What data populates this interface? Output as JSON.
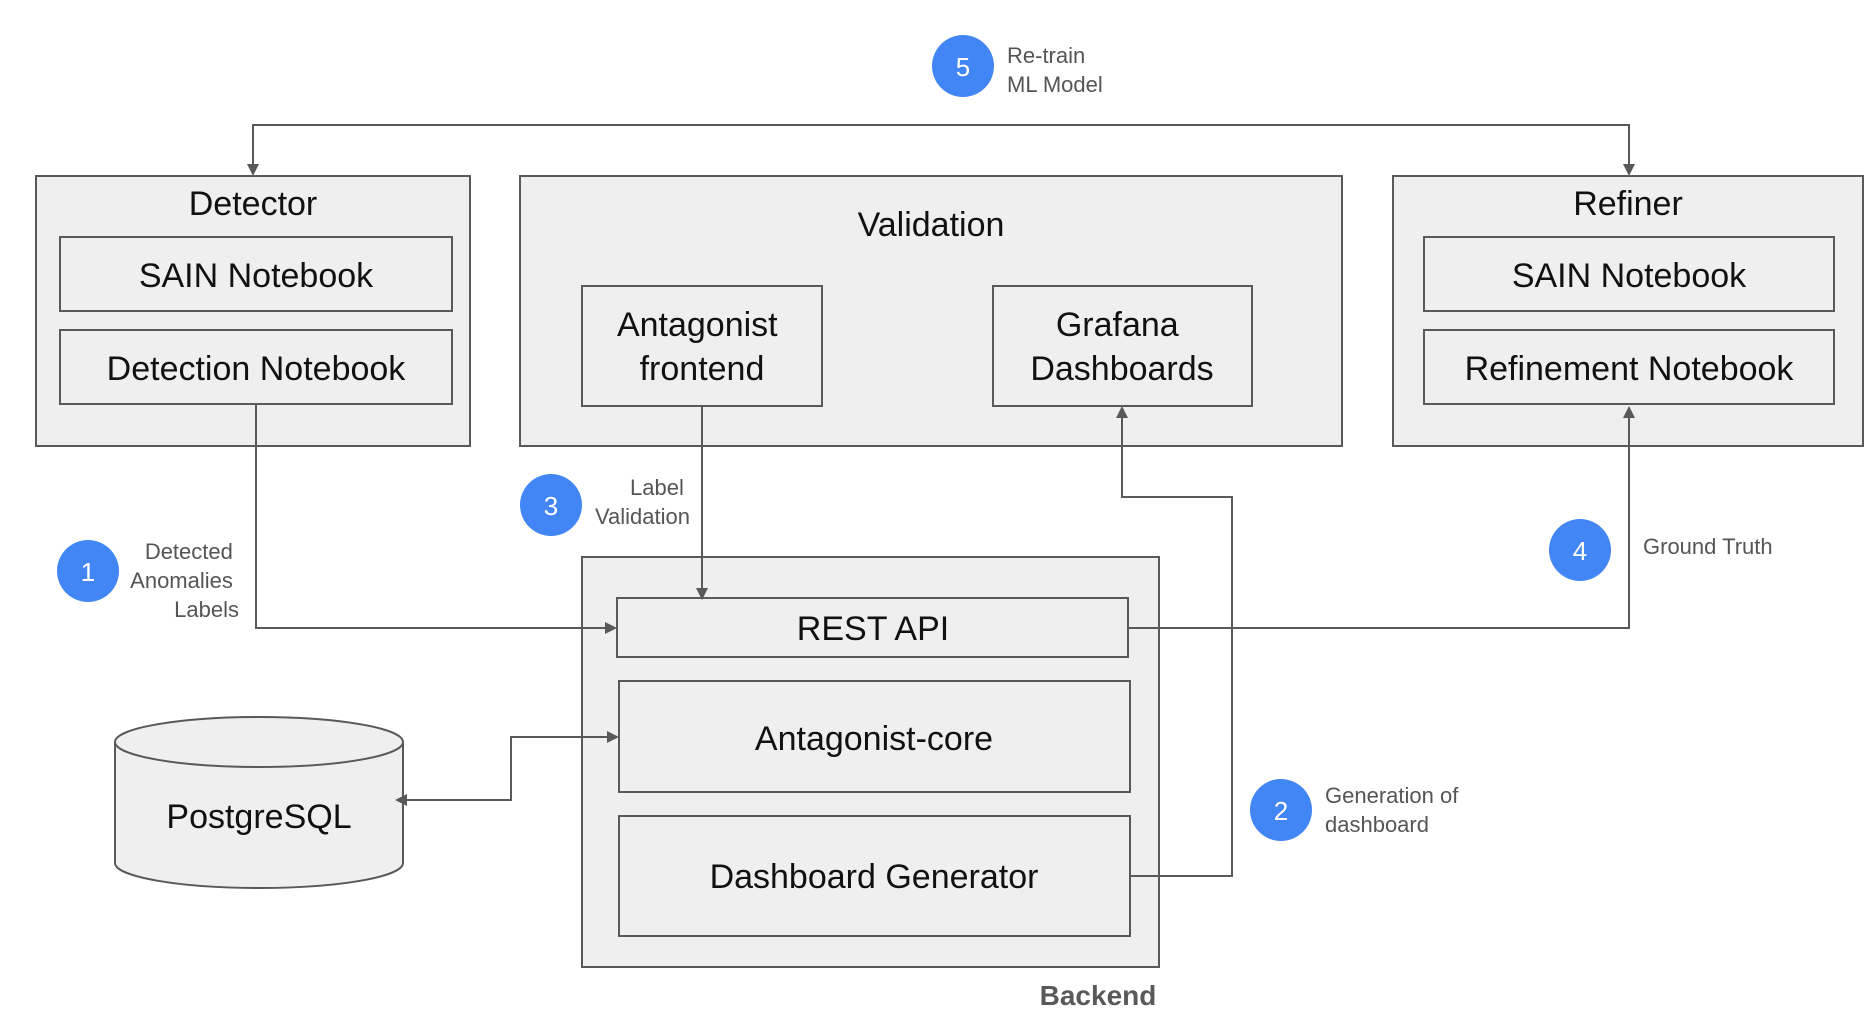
{
  "groups": {
    "detector": "Detector",
    "validation": "Validation",
    "refiner": "Refiner",
    "backend": "Backend"
  },
  "nodes": {
    "detector_sain": "SAIN Notebook",
    "detection_notebook": "Detection Notebook",
    "antagonist_frontend": [
      "Antagonist",
      "frontend"
    ],
    "grafana_dashboards": [
      "Grafana",
      "Dashboards"
    ],
    "refiner_sain": "SAIN Notebook",
    "refinement_notebook": "Refinement Notebook",
    "rest_api": "REST API",
    "antagonist_core": "Antagonist-core",
    "dashboard_generator": "Dashboard Generator",
    "postgresql": "PostgreSQL"
  },
  "steps": [
    {
      "num": "1",
      "label": [
        "Detected",
        "Anomalies",
        "Labels"
      ]
    },
    {
      "num": "2",
      "label": [
        "Generation of",
        "dashboard"
      ]
    },
    {
      "num": "3",
      "label": [
        "Label",
        "Validation"
      ]
    },
    {
      "num": "4",
      "label": [
        "Ground Truth"
      ]
    },
    {
      "num": "5",
      "label": [
        "Re-train",
        "ML Model"
      ]
    }
  ],
  "colors": {
    "box_fill": "#efefef",
    "box_stroke": "#595959",
    "line": "#595959",
    "badge": "#4285f4",
    "text": "#111111",
    "muted_text": "#555555"
  }
}
